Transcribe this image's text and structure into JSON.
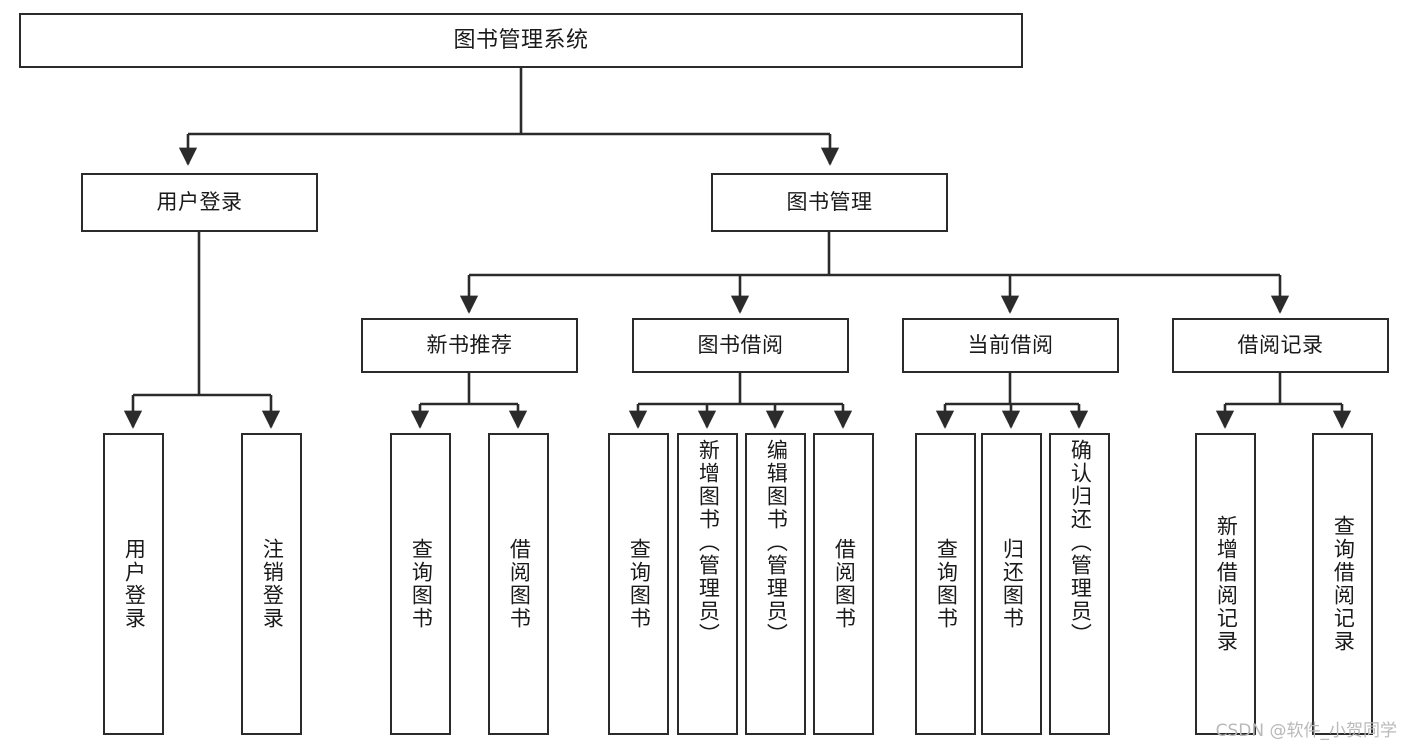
{
  "diagram": {
    "type": "tree-hierarchy",
    "title": "图书管理系统",
    "watermark": "CSDN @软件_小贺同学",
    "colors": {
      "box_border": "#2b2b2b",
      "box_fill": "#ffffff",
      "connector": "#2b2b2b",
      "text": "#1a1a1a",
      "watermark": "#b9b9b9",
      "background": "#ffffff"
    },
    "root": {
      "label": "图书管理系统"
    },
    "level2": [
      {
        "id": "user-login",
        "label": "用户登录"
      },
      {
        "id": "book-manage",
        "label": "图书管理"
      }
    ],
    "level3": [
      {
        "id": "new-book-recommend",
        "label": "新书推荐"
      },
      {
        "id": "book-borrow",
        "label": "图书借阅"
      },
      {
        "id": "current-borrow",
        "label": "当前借阅"
      },
      {
        "id": "borrow-record",
        "label": "借阅记录"
      }
    ],
    "leaves": {
      "user_login": [
        {
          "id": "leaf-user-login",
          "label": "用户登录"
        },
        {
          "id": "leaf-user-logout",
          "label": "注销登录"
        }
      ],
      "new_book_recommend": [
        {
          "id": "leaf-query-book-1",
          "label": "查询图书"
        },
        {
          "id": "leaf-borrow-book-1",
          "label": "借阅图书"
        }
      ],
      "book_borrow": [
        {
          "id": "leaf-query-book-2",
          "label": "查询图书"
        },
        {
          "id": "leaf-add-book",
          "label": "新增图书（管理员）"
        },
        {
          "id": "leaf-edit-book",
          "label": "编辑图书（管理员）"
        },
        {
          "id": "leaf-borrow-book-2",
          "label": "借阅图书"
        }
      ],
      "current_borrow": [
        {
          "id": "leaf-query-book-3",
          "label": "查询图书"
        },
        {
          "id": "leaf-return-book",
          "label": "归还图书"
        },
        {
          "id": "leaf-confirm-return",
          "label": "确认归还（管理员）"
        }
      ],
      "borrow_record": [
        {
          "id": "leaf-add-record",
          "label": "新增借阅记录"
        },
        {
          "id": "leaf-query-record",
          "label": "查询借阅记录"
        }
      ]
    }
  }
}
